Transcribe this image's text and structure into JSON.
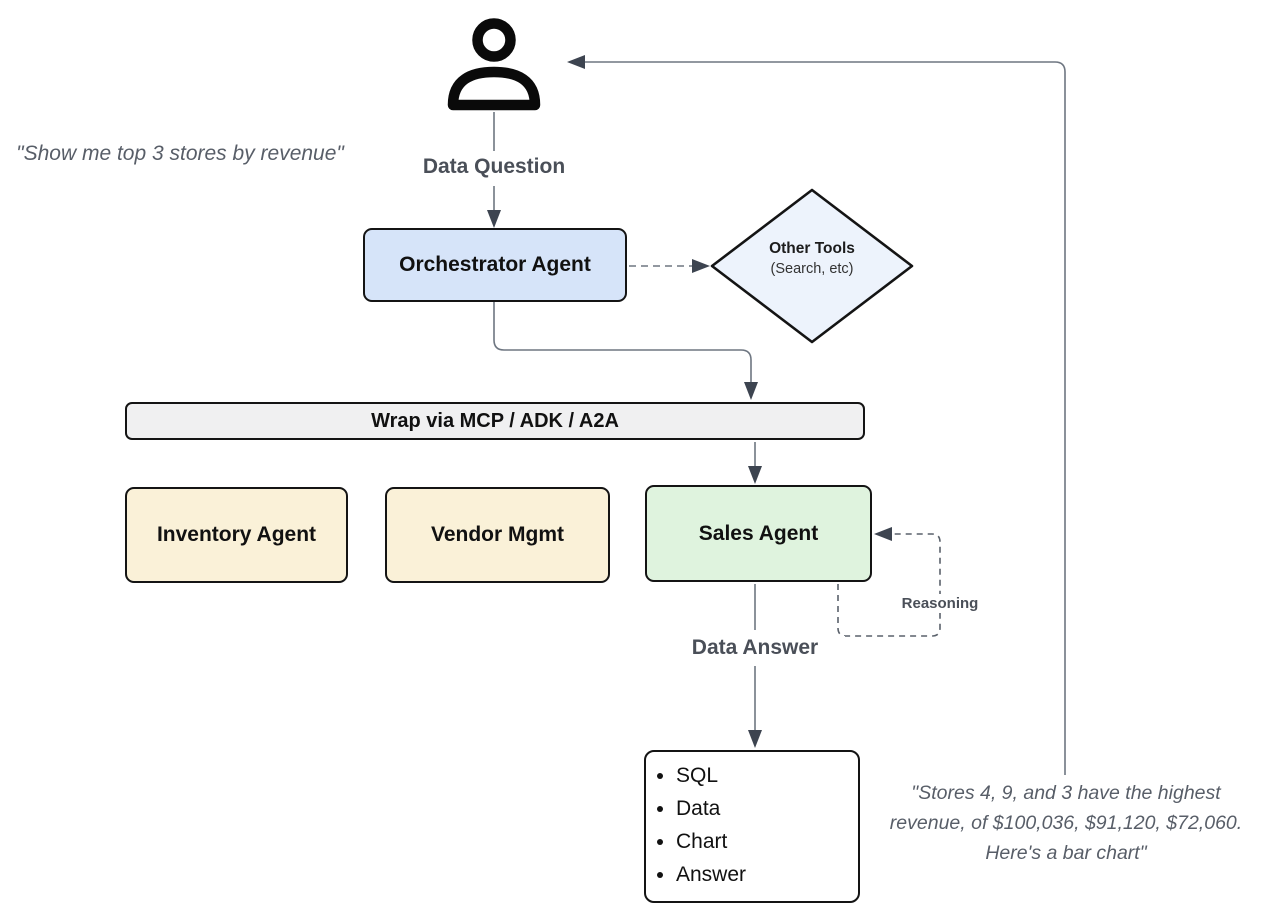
{
  "diagram_title": "Multi-agent data question routing diagram",
  "user": {
    "icon": "user-icon",
    "question_quote": "\"Show me top 3 stores by revenue\""
  },
  "flow_labels": {
    "data_question": "Data Question",
    "data_answer": "Data Answer",
    "reasoning": "Reasoning"
  },
  "nodes": {
    "orchestrator": {
      "label": "Orchestrator Agent",
      "fill": "#d6e4f9"
    },
    "other_tools": {
      "title": "Other Tools",
      "subtitle": "(Search, etc)",
      "fill": "#edf3fc",
      "shape": "diamond"
    },
    "wrap_bar": {
      "label": "Wrap via MCP / ADK / A2A",
      "fill": "#f0f0f1"
    },
    "inventory": {
      "label": "Inventory Agent",
      "fill": "#faf1d8"
    },
    "vendor": {
      "label": "Vendor Mgmt",
      "fill": "#faf1d8"
    },
    "sales": {
      "label": "Sales Agent",
      "fill": "#dff3de"
    }
  },
  "output_box": {
    "items": [
      "SQL",
      "Data",
      "Chart",
      "Answer"
    ]
  },
  "answer_quote": "\"Stores 4, 9, and 3 have the highest\nrevenue, of $100,036, $91,120, $72,060.\nHere's a bar chart\"",
  "colors": {
    "node_border": "#141414",
    "blue_fill": "#d6e4f9",
    "diamond_fill": "#edf3fc",
    "yellow_fill": "#faf1d8",
    "green_fill": "#dff3de",
    "gray_fill": "#f0f0f1",
    "connector_line": "#6e7681",
    "arrowhead": "#3d4450",
    "label_text": "#4a4f58",
    "quote_text": "#585e68"
  }
}
